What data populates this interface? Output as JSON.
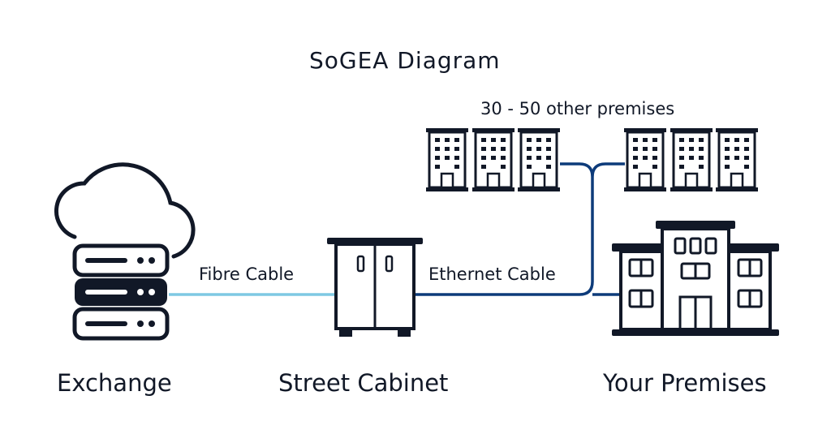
{
  "title": "SoGEA Diagram",
  "other_premises_label": "30 - 50 other premises",
  "links": {
    "fibre_label": "Fibre Cable",
    "ethernet_label": "Ethernet Cable"
  },
  "nodes": {
    "exchange": "Exchange",
    "street_cabinet": "Street Cabinet",
    "your_premises": "Your Premises"
  },
  "icons": {
    "exchange": "cloud-server-icon",
    "cabinet": "street-cabinet-icon",
    "premises": "office-building-icon",
    "other_premises": "apartment-building-icon"
  },
  "colors": {
    "fibre": "#7ec8e3",
    "ethernet": "#0d3b7a",
    "ink": "#111827"
  }
}
